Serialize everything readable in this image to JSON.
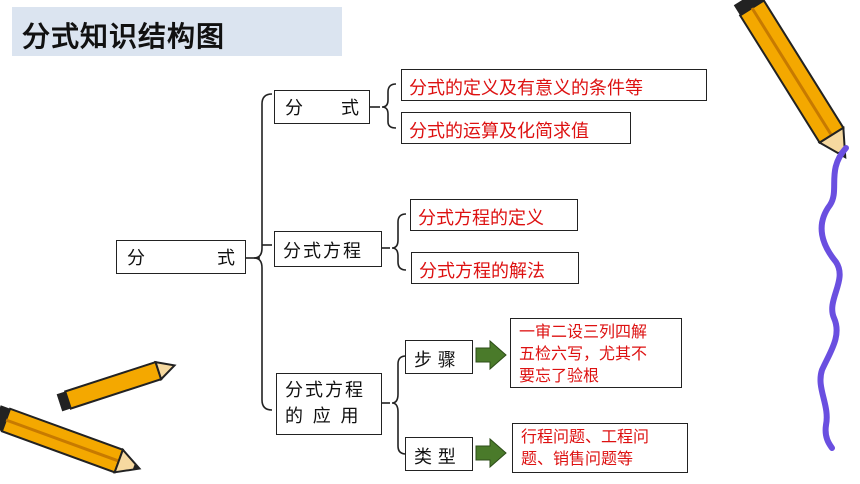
{
  "title": "分式知识结构图",
  "root": {
    "left": "分",
    "right": "式"
  },
  "branches": {
    "fenshi": {
      "left": "分",
      "right": "式",
      "items": [
        "分式的定义及有意义的条件等",
        "分式的运算及化简求值"
      ]
    },
    "fangcheng": {
      "label": "分式方程",
      "items": [
        "分式方程的定义",
        "分式方程的解法"
      ]
    },
    "yingyong": {
      "line1": "分式方程",
      "line2": "的 应 用",
      "steps": {
        "label": "步 骤",
        "detail": [
          "一审二设三列四解",
          "五检六写，尤其不",
          "要忘了验根"
        ]
      },
      "types": {
        "label": "类 型",
        "detail": [
          "行程问题、工程问",
          "题、销售问题等"
        ]
      }
    }
  },
  "colors": {
    "accent_red": "#d11111",
    "arrow_green": "#4a7a2a",
    "title_bg": "#dbe4f0"
  }
}
